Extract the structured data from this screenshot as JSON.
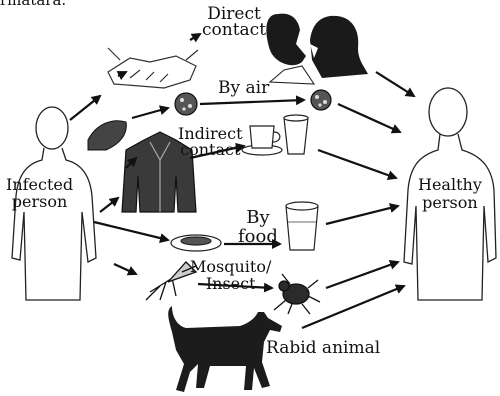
{
  "top_cut_text": "rmatara.",
  "nodes": {
    "infected": "Infected\nperson",
    "healthy": "Healthy\nperson"
  },
  "routes": [
    {
      "id": "direct",
      "label": "Direct\ncontact"
    },
    {
      "id": "air",
      "label": "By air"
    },
    {
      "id": "indirect",
      "label": "Indirect\ncontact"
    },
    {
      "id": "food",
      "label": "By\nfood"
    },
    {
      "id": "insect",
      "label": "Mosquito/\nInsect"
    },
    {
      "id": "animal",
      "label": "Rabid animal"
    }
  ],
  "colors": {
    "ink": "#111111",
    "paper": "#ffffff",
    "shade": "#2a2a2a"
  }
}
